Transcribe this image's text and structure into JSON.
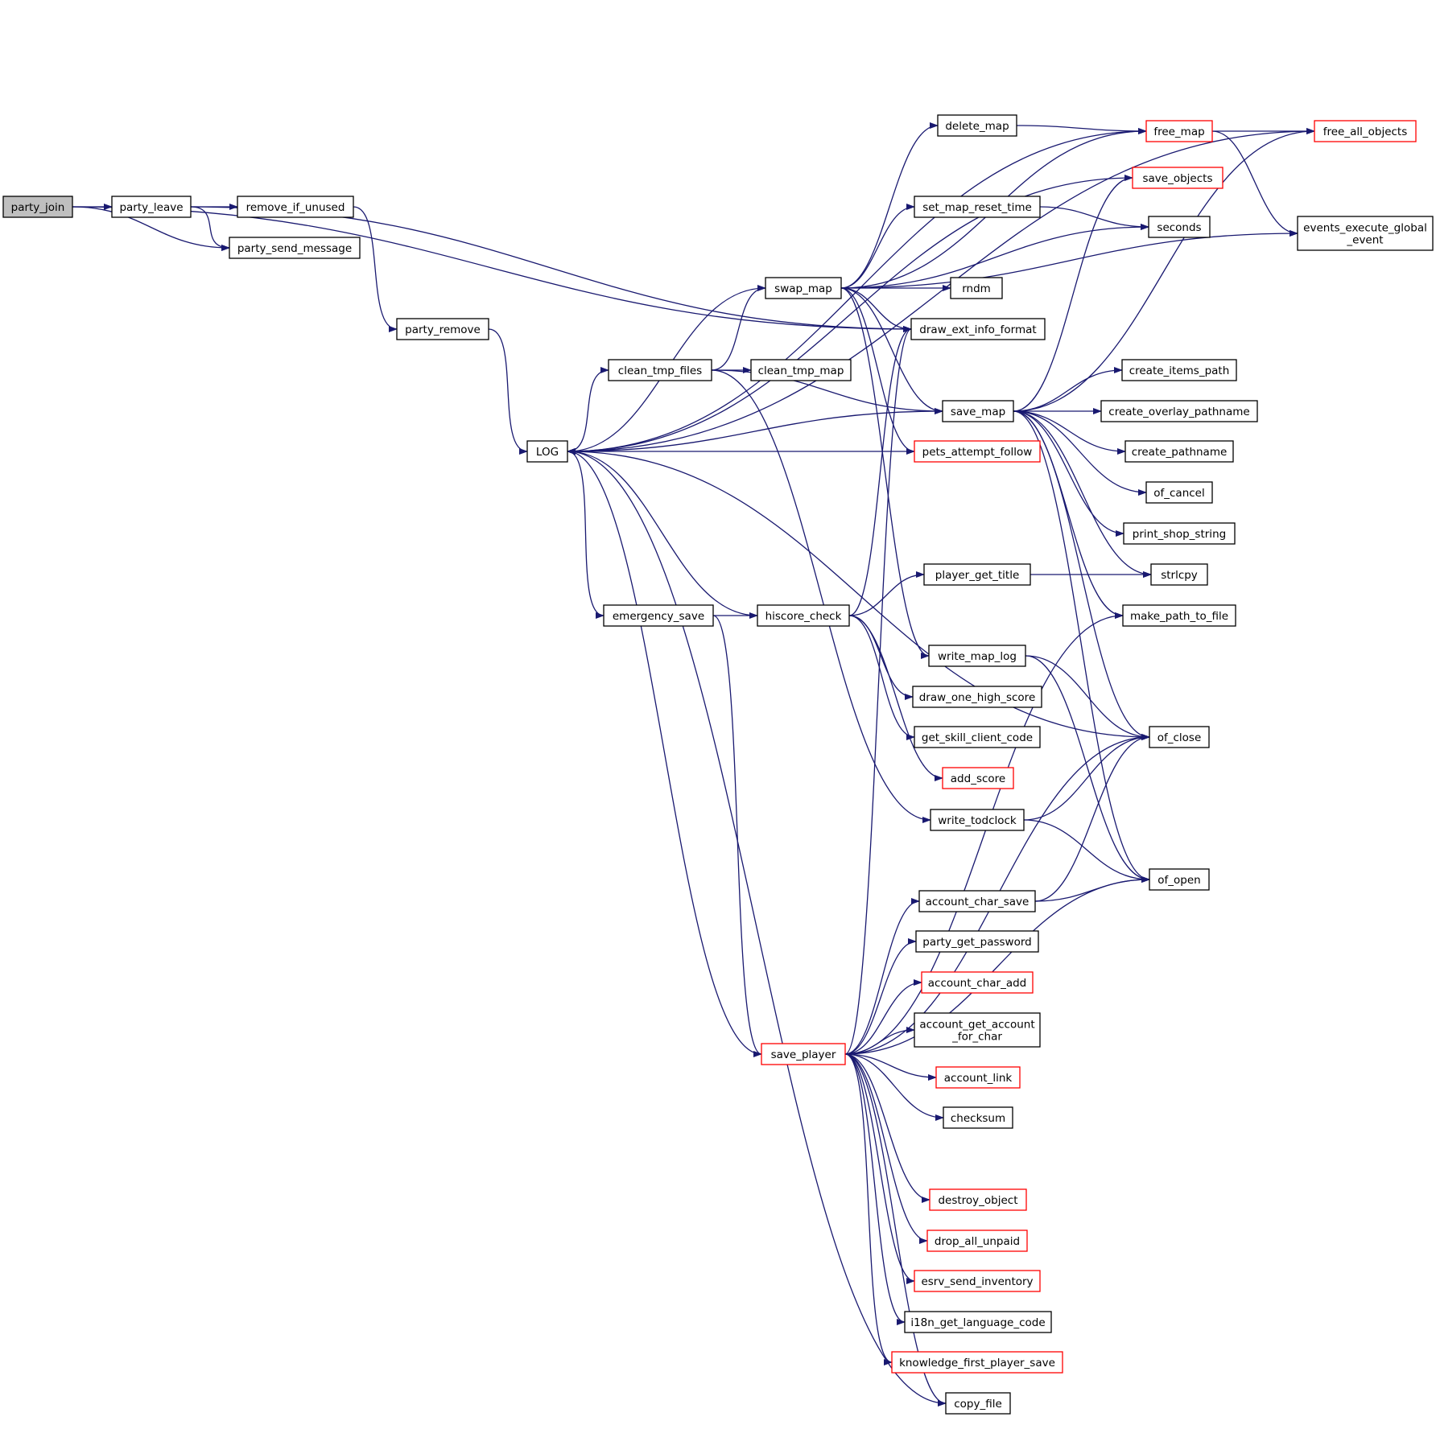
{
  "colors": {
    "edge": "#191970",
    "normal_border": "#000000",
    "truncated_border": "#ff0000",
    "root_fill": "#bfbfbf",
    "node_fill": "#ffffff"
  },
  "nodes": [
    {
      "id": "party_join",
      "lines": [
        "party_join"
      ],
      "style": "root"
    },
    {
      "id": "party_leave",
      "lines": [
        "party_leave"
      ],
      "style": "normal"
    },
    {
      "id": "remove_if_unused",
      "lines": [
        "remove_if_unused"
      ],
      "style": "normal"
    },
    {
      "id": "party_send_message",
      "lines": [
        "party_send_message"
      ],
      "style": "normal"
    },
    {
      "id": "party_remove",
      "lines": [
        "party_remove"
      ],
      "style": "normal"
    },
    {
      "id": "LOG",
      "lines": [
        "LOG"
      ],
      "style": "normal"
    },
    {
      "id": "swap_map",
      "lines": [
        "swap_map"
      ],
      "style": "normal"
    },
    {
      "id": "clean_tmp_files",
      "lines": [
        "clean_tmp_files"
      ],
      "style": "normal"
    },
    {
      "id": "clean_tmp_map",
      "lines": [
        "clean_tmp_map"
      ],
      "style": "normal"
    },
    {
      "id": "emergency_save",
      "lines": [
        "emergency_save"
      ],
      "style": "normal"
    },
    {
      "id": "hiscore_check",
      "lines": [
        "hiscore_check"
      ],
      "style": "normal"
    },
    {
      "id": "save_player",
      "lines": [
        "save_player"
      ],
      "style": "truncated"
    },
    {
      "id": "delete_map",
      "lines": [
        "delete_map"
      ],
      "style": "normal"
    },
    {
      "id": "set_map_reset_time",
      "lines": [
        "set_map_reset_time"
      ],
      "style": "normal"
    },
    {
      "id": "rndm",
      "lines": [
        "rndm"
      ],
      "style": "normal"
    },
    {
      "id": "draw_ext_info_format",
      "lines": [
        "draw_ext_info_format"
      ],
      "style": "normal"
    },
    {
      "id": "save_map",
      "lines": [
        "save_map"
      ],
      "style": "normal"
    },
    {
      "id": "pets_attempt_follow",
      "lines": [
        "pets_attempt_follow"
      ],
      "style": "truncated"
    },
    {
      "id": "player_get_title",
      "lines": [
        "player_get_title"
      ],
      "style": "normal"
    },
    {
      "id": "write_map_log",
      "lines": [
        "write_map_log"
      ],
      "style": "normal"
    },
    {
      "id": "draw_one_high_score",
      "lines": [
        "draw_one_high_score"
      ],
      "style": "normal"
    },
    {
      "id": "get_skill_client_code",
      "lines": [
        "get_skill_client_code"
      ],
      "style": "normal"
    },
    {
      "id": "add_score",
      "lines": [
        "add_score"
      ],
      "style": "truncated"
    },
    {
      "id": "write_todclock",
      "lines": [
        "write_todclock"
      ],
      "style": "normal"
    },
    {
      "id": "account_char_save",
      "lines": [
        "account_char_save"
      ],
      "style": "normal"
    },
    {
      "id": "party_get_password",
      "lines": [
        "party_get_password"
      ],
      "style": "normal"
    },
    {
      "id": "account_char_add",
      "lines": [
        "account_char_add"
      ],
      "style": "truncated"
    },
    {
      "id": "account_get_account_for_char",
      "lines": [
        "account_get_account",
        "_for_char"
      ],
      "style": "normal"
    },
    {
      "id": "account_link",
      "lines": [
        "account_link"
      ],
      "style": "truncated"
    },
    {
      "id": "checksum",
      "lines": [
        "checksum"
      ],
      "style": "normal"
    },
    {
      "id": "destroy_object",
      "lines": [
        "destroy_object"
      ],
      "style": "truncated"
    },
    {
      "id": "drop_all_unpaid",
      "lines": [
        "drop_all_unpaid"
      ],
      "style": "truncated"
    },
    {
      "id": "esrv_send_inventory",
      "lines": [
        "esrv_send_inventory"
      ],
      "style": "truncated"
    },
    {
      "id": "i18n_get_language_code",
      "lines": [
        "i18n_get_language_code"
      ],
      "style": "normal"
    },
    {
      "id": "knowledge_first_player_save",
      "lines": [
        "knowledge_first_player_save"
      ],
      "style": "truncated"
    },
    {
      "id": "copy_file",
      "lines": [
        "copy_file"
      ],
      "style": "normal"
    },
    {
      "id": "free_map",
      "lines": [
        "free_map"
      ],
      "style": "truncated"
    },
    {
      "id": "save_objects",
      "lines": [
        "save_objects"
      ],
      "style": "truncated"
    },
    {
      "id": "seconds",
      "lines": [
        "seconds"
      ],
      "style": "normal"
    },
    {
      "id": "free_all_objects",
      "lines": [
        "free_all_objects"
      ],
      "style": "truncated"
    },
    {
      "id": "events_execute_global_event",
      "lines": [
        "events_execute_global",
        "_event"
      ],
      "style": "normal"
    },
    {
      "id": "create_items_path",
      "lines": [
        "create_items_path"
      ],
      "style": "normal"
    },
    {
      "id": "create_overlay_pathname",
      "lines": [
        "create_overlay_pathname"
      ],
      "style": "normal"
    },
    {
      "id": "create_pathname",
      "lines": [
        "create_pathname"
      ],
      "style": "normal"
    },
    {
      "id": "of_cancel",
      "lines": [
        "of_cancel"
      ],
      "style": "normal"
    },
    {
      "id": "print_shop_string",
      "lines": [
        "print_shop_string"
      ],
      "style": "normal"
    },
    {
      "id": "strlcpy",
      "lines": [
        "strlcpy"
      ],
      "style": "normal"
    },
    {
      "id": "make_path_to_file",
      "lines": [
        "make_path_to_file"
      ],
      "style": "normal"
    },
    {
      "id": "of_close",
      "lines": [
        "of_close"
      ],
      "style": "normal"
    },
    {
      "id": "of_open",
      "lines": [
        "of_open"
      ],
      "style": "normal"
    }
  ],
  "edges": [
    [
      "party_join",
      "party_leave"
    ],
    [
      "party_join",
      "party_send_message"
    ],
    [
      "party_join",
      "draw_ext_info_format"
    ],
    [
      "party_leave",
      "remove_if_unused"
    ],
    [
      "party_leave",
      "party_send_message"
    ],
    [
      "party_leave",
      "draw_ext_info_format"
    ],
    [
      "remove_if_unused",
      "party_remove"
    ],
    [
      "party_remove",
      "LOG"
    ],
    [
      "LOG",
      "clean_tmp_files"
    ],
    [
      "LOG",
      "emergency_save"
    ],
    [
      "clean_tmp_files",
      "swap_map"
    ],
    [
      "clean_tmp_files",
      "clean_tmp_map"
    ],
    [
      "clean_tmp_files",
      "save_map"
    ],
    [
      "clean_tmp_files",
      "write_todclock"
    ],
    [
      "emergency_save",
      "hiscore_check"
    ],
    [
      "emergency_save",
      "save_player"
    ],
    [
      "swap_map",
      "LOG"
    ],
    [
      "swap_map",
      "delete_map"
    ],
    [
      "swap_map",
      "free_map"
    ],
    [
      "swap_map",
      "set_map_reset_time"
    ],
    [
      "swap_map",
      "seconds"
    ],
    [
      "swap_map",
      "rndm"
    ],
    [
      "swap_map",
      "draw_ext_info_format"
    ],
    [
      "swap_map",
      "events_execute_global_event"
    ],
    [
      "swap_map",
      "save_map"
    ],
    [
      "swap_map",
      "pets_attempt_follow"
    ],
    [
      "swap_map",
      "write_map_log"
    ],
    [
      "delete_map",
      "free_map"
    ],
    [
      "set_map_reset_time",
      "seconds"
    ],
    [
      "free_map",
      "LOG"
    ],
    [
      "free_map",
      "free_all_objects"
    ],
    [
      "free_map",
      "events_execute_global_event"
    ],
    [
      "free_all_objects",
      "LOG"
    ],
    [
      "save_objects",
      "LOG"
    ],
    [
      "save_map",
      "LOG"
    ],
    [
      "save_map",
      "free_all_objects"
    ],
    [
      "save_map",
      "save_objects"
    ],
    [
      "save_map",
      "create_items_path"
    ],
    [
      "save_map",
      "create_overlay_pathname"
    ],
    [
      "save_map",
      "create_pathname"
    ],
    [
      "save_map",
      "of_cancel"
    ],
    [
      "save_map",
      "print_shop_string"
    ],
    [
      "save_map",
      "strlcpy"
    ],
    [
      "save_map",
      "make_path_to_file"
    ],
    [
      "save_map",
      "of_close"
    ],
    [
      "save_map",
      "of_open"
    ],
    [
      "pets_attempt_follow",
      "LOG"
    ],
    [
      "of_close",
      "LOG"
    ],
    [
      "hiscore_check",
      "LOG"
    ],
    [
      "hiscore_check",
      "draw_ext_info_format"
    ],
    [
      "hiscore_check",
      "player_get_title"
    ],
    [
      "hiscore_check",
      "draw_one_high_score"
    ],
    [
      "hiscore_check",
      "get_skill_client_code"
    ],
    [
      "hiscore_check",
      "add_score"
    ],
    [
      "player_get_title",
      "strlcpy"
    ],
    [
      "write_map_log",
      "of_close"
    ],
    [
      "write_map_log",
      "of_open"
    ],
    [
      "write_todclock",
      "of_close"
    ],
    [
      "write_todclock",
      "of_open"
    ],
    [
      "save_player",
      "LOG"
    ],
    [
      "save_player",
      "draw_ext_info_format"
    ],
    [
      "save_player",
      "make_path_to_file"
    ],
    [
      "save_player",
      "of_close"
    ],
    [
      "save_player",
      "account_char_save"
    ],
    [
      "save_player",
      "party_get_password"
    ],
    [
      "save_player",
      "account_char_add"
    ],
    [
      "save_player",
      "account_get_account_for_char"
    ],
    [
      "save_player",
      "account_link"
    ],
    [
      "save_player",
      "checksum"
    ],
    [
      "save_player",
      "of_open"
    ],
    [
      "save_player",
      "destroy_object"
    ],
    [
      "save_player",
      "drop_all_unpaid"
    ],
    [
      "save_player",
      "esrv_send_inventory"
    ],
    [
      "save_player",
      "i18n_get_language_code"
    ],
    [
      "save_player",
      "knowledge_first_player_save"
    ],
    [
      "save_player",
      "copy_file"
    ],
    [
      "account_char_save",
      "of_close"
    ],
    [
      "account_char_save",
      "of_open"
    ],
    [
      "copy_file",
      "LOG"
    ]
  ]
}
